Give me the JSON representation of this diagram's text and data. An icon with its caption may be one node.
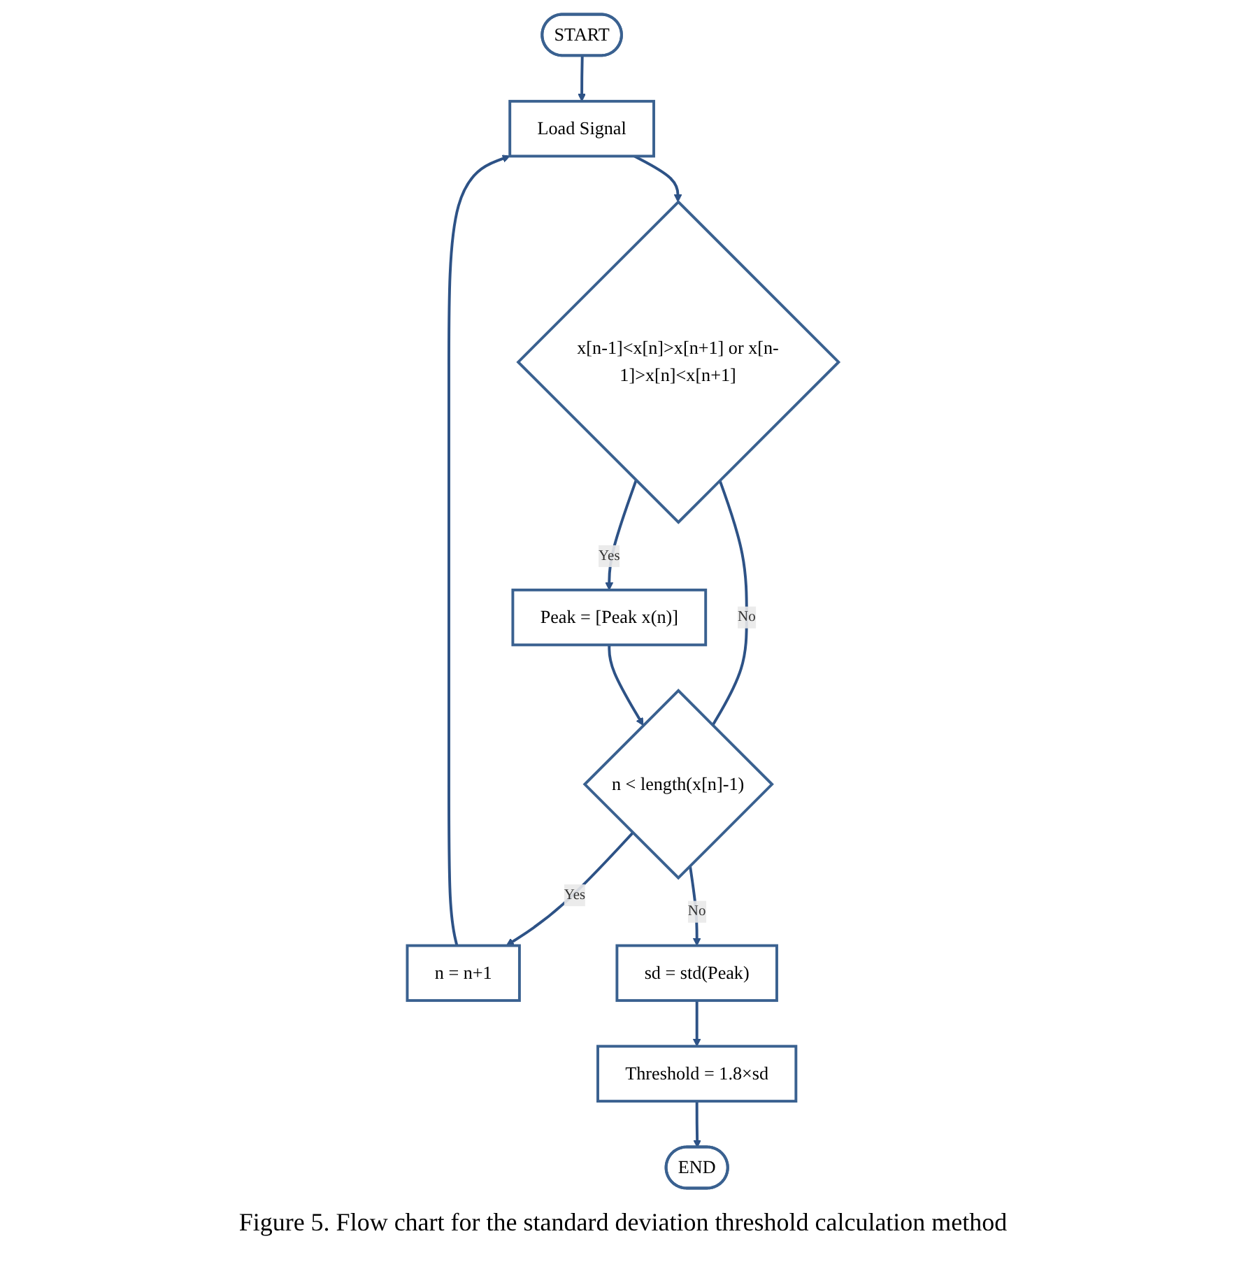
{
  "diagram": {
    "caption": "Figure 5. Flow chart for the standard deviation threshold calculation method",
    "nodes": [
      {
        "text": [
          "START"
        ]
      },
      {
        "text": [
          "n = n+1"
        ]
      },
      {
        "text": [
          "Load Signal"
        ]
      },
      {
        "text": [
          "x[n-1]<x[n]>x[n+1] or x[n-1]>x[n]<x[n+1]"
        ]
      },
      {
        "text": [
          "Peak = [Peak x(n)]"
        ]
      },
      {
        "text": [
          "n < length(x[n]-1)"
        ]
      },
      {
        "text": [
          "sd = std(Peak)"
        ]
      },
      {
        "text": [
          "Threshold = 1.8×sd"
        ]
      },
      {
        "text": [
          "END"
        ]
      }
    ],
    "edges": [
      {
        "from": 0,
        "to": 2,
        "arrow": "to"
      },
      {
        "from": 1,
        "to": 2,
        "arrow": "to"
      },
      {
        "from": 2,
        "to": 3,
        "arrow": "to"
      },
      {
        "from": 3,
        "to": 4,
        "arrow": "to",
        "label": "Yes"
      },
      {
        "from": 3,
        "to": 5,
        "arrow": "none",
        "label": "No"
      },
      {
        "from": 4,
        "to": 5,
        "arrow": "to"
      },
      {
        "from": 5,
        "to": 1,
        "arrow": "to",
        "label": "Yes"
      },
      {
        "from": 5,
        "to": 6,
        "arrow": "to",
        "label": "No"
      },
      {
        "from": 6,
        "to": 7,
        "arrow": "to"
      },
      {
        "from": 7,
        "to": 8,
        "arrow": "to"
      }
    ]
  }
}
